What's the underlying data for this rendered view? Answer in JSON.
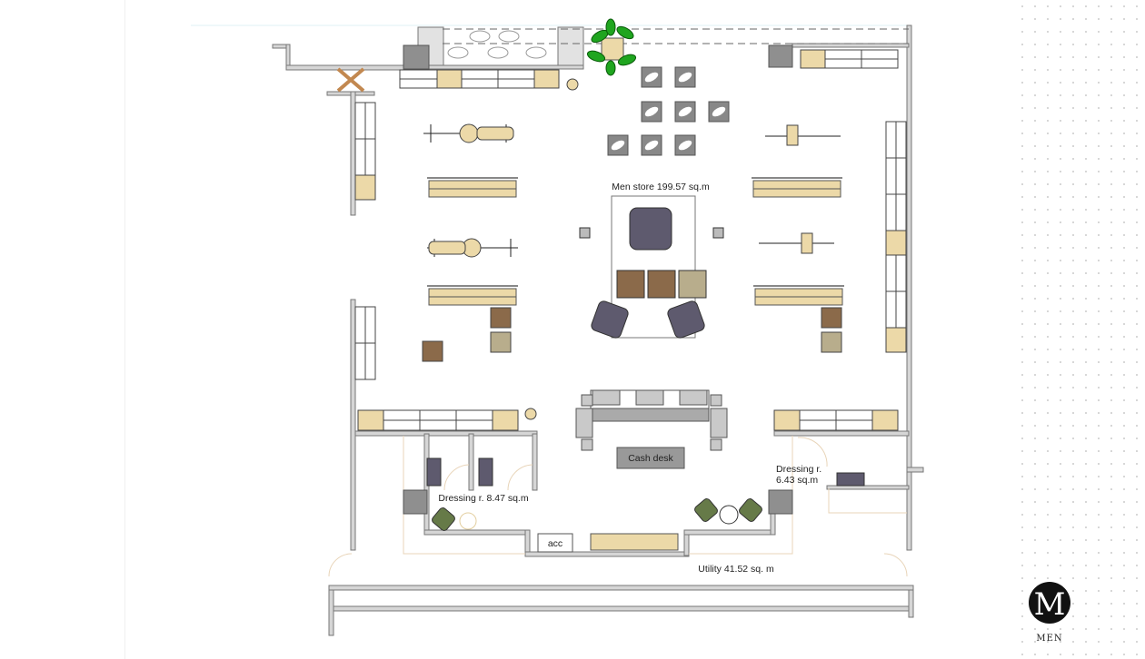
{
  "plan": {
    "labels": {
      "men_store": "Men store 199.57 sq.m",
      "cash_desk": "Cash desk",
      "dressing_left": "Dressing r. 8.47 sq.m",
      "dressing_right_line1": "Dressing r.",
      "dressing_right_line2": "6.43 sq.m",
      "acc": "acc",
      "utility": "Utility 41.52 sq. m"
    }
  },
  "logo": {
    "letter": "M",
    "caption": "MEN"
  },
  "colors": {
    "wall": "#8c8c8c",
    "wall_fill": "#d6d6d6",
    "shelf_accent": "#ecd9a8",
    "chair": "#5e5a6e",
    "armchair_green": "#667a48",
    "block": "#8f8f8f"
  }
}
